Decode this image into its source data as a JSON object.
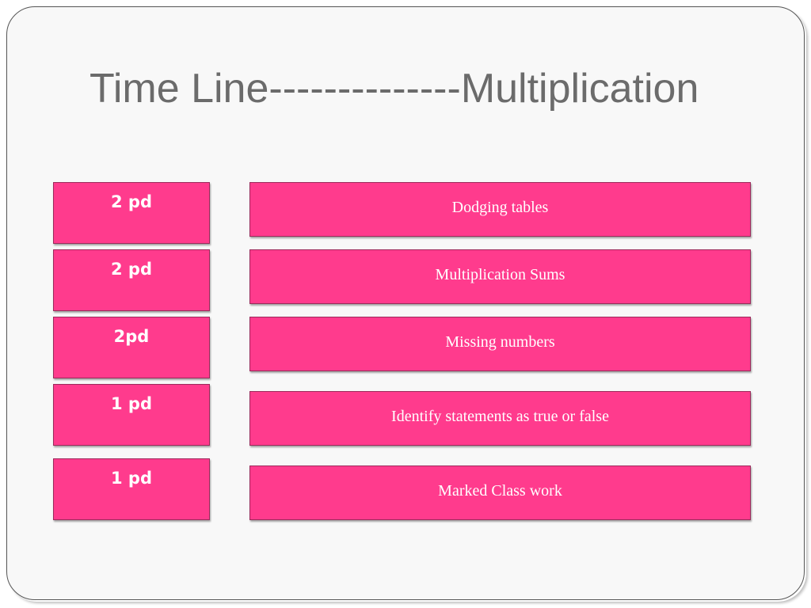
{
  "slide": {
    "title": "Time Line--------------Multiplication"
  },
  "timeline": [
    {
      "duration": "2 pd",
      "activity": "Dodging tables"
    },
    {
      "duration": "2 pd",
      "activity": "Multiplication Sums"
    },
    {
      "duration": "2pd",
      "activity": "Missing numbers"
    },
    {
      "duration": "1 pd",
      "activity": "Identify statements as true or false"
    },
    {
      "duration": "1 pd",
      "activity": "Marked Class work"
    }
  ],
  "colors": {
    "box_fill": "#ff3b8d",
    "title_text": "#6b6b6b"
  }
}
